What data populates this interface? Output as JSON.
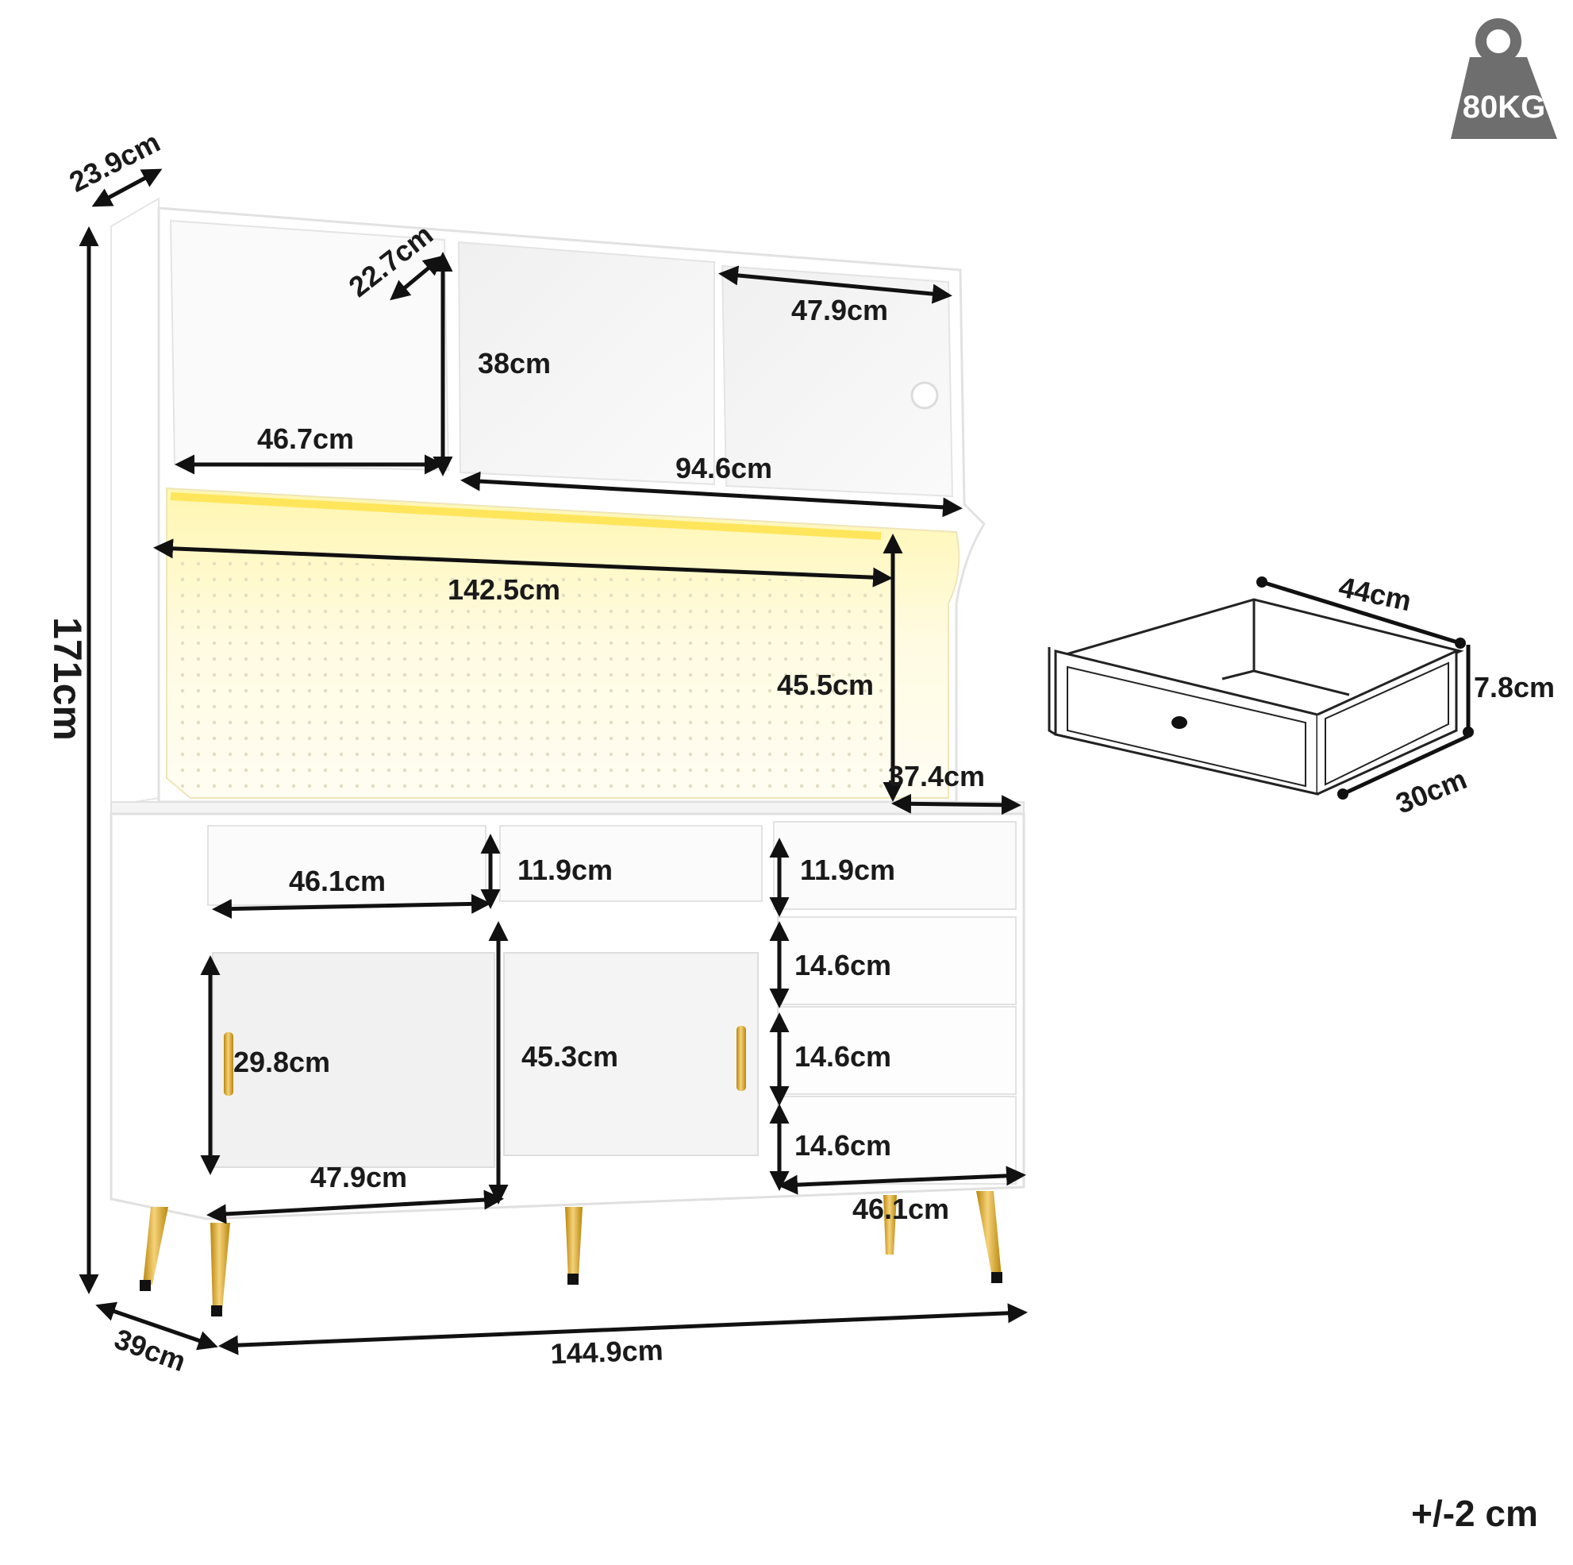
{
  "weight_badge": {
    "label": "80KG",
    "icon": "weight-icon",
    "color": "#6e6e6e"
  },
  "tolerance": "+/-2 cm",
  "cabinet": {
    "overall_height": "171cm",
    "overall_width": "144.9cm",
    "overall_depth": "39cm",
    "hutch_depth": "23.9cm",
    "top_shelf_depth": "22.7cm",
    "top_cubby_height": "38cm",
    "top_left_cubby_width": "46.7cm",
    "top_right_cubby_width": "47.9cm",
    "top_shelf_width": "94.6cm",
    "pegboard_width": "142.5cm",
    "pegboard_height": "45.5cm",
    "countertop_depth": "37.4cm",
    "drawer_width_left": "46.1cm",
    "drawer_height_left": "11.9cm",
    "drawer_height_middle": "11.9cm",
    "drawer_height_right": "11.9cm",
    "right_drawer_1_height": "14.6cm",
    "right_drawer_2_height": "14.6cm",
    "right_drawer_3_height": "14.6cm",
    "right_drawer_width": "46.1cm",
    "door_left_height": "29.8cm",
    "door_center_height": "45.3cm",
    "door_width": "47.9cm",
    "accent_light_color": "#fff3a8",
    "gold_color": "#d9a520"
  },
  "drawer_detail": {
    "width": "44cm",
    "height": "7.8cm",
    "depth": "30cm"
  }
}
